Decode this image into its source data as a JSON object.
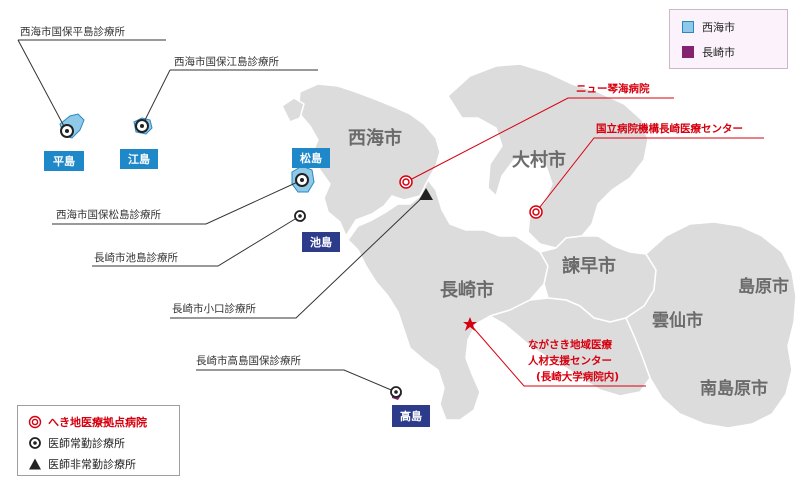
{
  "colors": {
    "land": "#dcdcdc",
    "border": "#ffffff",
    "saikai_fill": "#8fc9e8",
    "saikai_stroke": "#2a87c2",
    "nagasaki_fill": "#85246e",
    "island_label_saikai": "#1f88c9",
    "island_label_nagasaki": "#2d3b8b",
    "red": "#d7000f",
    "dark": "#333333"
  },
  "regions": [
    {
      "id": "saikai",
      "label": "西海市"
    },
    {
      "id": "omura",
      "label": "大村市"
    },
    {
      "id": "isahaya",
      "label": "諫早市"
    },
    {
      "id": "nagasaki",
      "label": "長崎市"
    },
    {
      "id": "shimabara",
      "label": "島原市"
    },
    {
      "id": "unzen",
      "label": "雲仙市"
    },
    {
      "id": "minamishimabara",
      "label": "南島原市"
    }
  ],
  "islands": [
    {
      "id": "hirashima",
      "label": "平島",
      "group": "saikai"
    },
    {
      "id": "enoshima",
      "label": "江島",
      "group": "saikai"
    },
    {
      "id": "matsushima",
      "label": "松島",
      "group": "saikai"
    },
    {
      "id": "ikeshima",
      "label": "池島",
      "group": "nagasaki"
    },
    {
      "id": "takashima",
      "label": "高島",
      "group": "nagasaki"
    }
  ],
  "facilities": [
    {
      "id": "hirashima-clinic",
      "label": "西海市国保平島診療所",
      "type": "clinic",
      "color": "dark"
    },
    {
      "id": "enoshima-clinic",
      "label": "西海市国保江島診療所",
      "type": "clinic",
      "color": "dark"
    },
    {
      "id": "matsushima-clinic",
      "label": "西海市国保松島診療所",
      "type": "clinic",
      "color": "dark"
    },
    {
      "id": "ikeshima-clinic",
      "label": "長崎市池島診療所",
      "type": "clinic",
      "color": "dark"
    },
    {
      "id": "koguchi-clinic",
      "label": "長崎市小口診療所",
      "type": "part-time",
      "color": "dark"
    },
    {
      "id": "takashima-clinic",
      "label": "長崎市高島国保診療所",
      "type": "clinic",
      "color": "dark"
    },
    {
      "id": "newkoto-hospital",
      "label": "ニュー琴海病院",
      "type": "base",
      "color": "red"
    },
    {
      "id": "nagasaki-medical-center",
      "label": "国立病院機構長崎医療センター",
      "type": "base",
      "color": "red"
    },
    {
      "id": "nagasaki-support-center",
      "lines": [
        "ながさき地域医療",
        "人材支援センター",
        "(長崎大学病院内)"
      ],
      "type": "star",
      "color": "red"
    }
  ],
  "city_legend": [
    {
      "label": "西海市",
      "fill": "#8fc9e8",
      "stroke": "#2a87c2"
    },
    {
      "label": "長崎市",
      "fill": "#85246e",
      "stroke": "#85246e"
    }
  ],
  "symbol_legend": [
    {
      "label": "へき地医療拠点病院",
      "icon": "double-circle-icon",
      "color": "#d7000f"
    },
    {
      "label": "医師常勤診療所",
      "icon": "dot-circle-icon",
      "color": "#222222"
    },
    {
      "label": "医師非常勤診療所",
      "icon": "triangle-icon",
      "color": "#222222"
    }
  ]
}
